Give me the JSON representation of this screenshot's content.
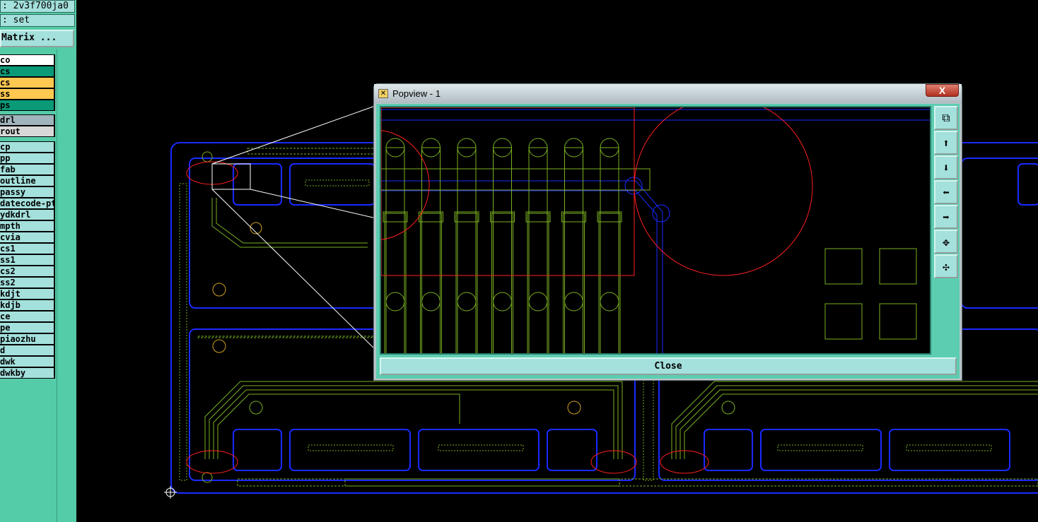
{
  "left_panel": {
    "job": ": 2v3f700ja0",
    "step": ": set",
    "matrix_button": "Matrix ...",
    "layers": [
      {
        "name": "co",
        "color": "#ffffff"
      },
      {
        "name": "cs",
        "color": "#0a9a78"
      },
      {
        "name": "cs",
        "color": "#ffc850"
      },
      {
        "name": "ss",
        "color": "#ffc850"
      },
      {
        "name": "ps",
        "color": "#0a9a78"
      },
      {
        "name": "drl",
        "color": "#a0b4bc"
      },
      {
        "name": "rout",
        "color": "#d8d8d8"
      },
      {
        "name": "cp"
      },
      {
        "name": "pp"
      },
      {
        "name": "fab"
      },
      {
        "name": "outline"
      },
      {
        "name": "passy"
      },
      {
        "name": "datecode-pt"
      },
      {
        "name": "ydkdrl"
      },
      {
        "name": "mpth"
      },
      {
        "name": "cvia"
      },
      {
        "name": "cs1"
      },
      {
        "name": "ss1"
      },
      {
        "name": "cs2"
      },
      {
        "name": "ss2"
      },
      {
        "name": "kdjt"
      },
      {
        "name": "kdjb"
      },
      {
        "name": "ce"
      },
      {
        "name": "pe"
      },
      {
        "name": "piaozhu"
      },
      {
        "name": "d"
      },
      {
        "name": "dwk"
      },
      {
        "name": "dwkby"
      }
    ]
  },
  "popview": {
    "title": "Popview - 1",
    "close_x": "X",
    "close_button": "Close",
    "tools": [
      "zoom-window-icon",
      "pan-up-icon",
      "pan-down-icon",
      "pan-left-icon",
      "pan-right-icon",
      "zoom-in-icon",
      "zoom-out-icon"
    ]
  },
  "colors": {
    "panel": "#55cca8",
    "layer_bg": "#a4e0dc",
    "trace": "#7ab020",
    "outline": "#1a2aff",
    "highlight": "#ff2020"
  }
}
